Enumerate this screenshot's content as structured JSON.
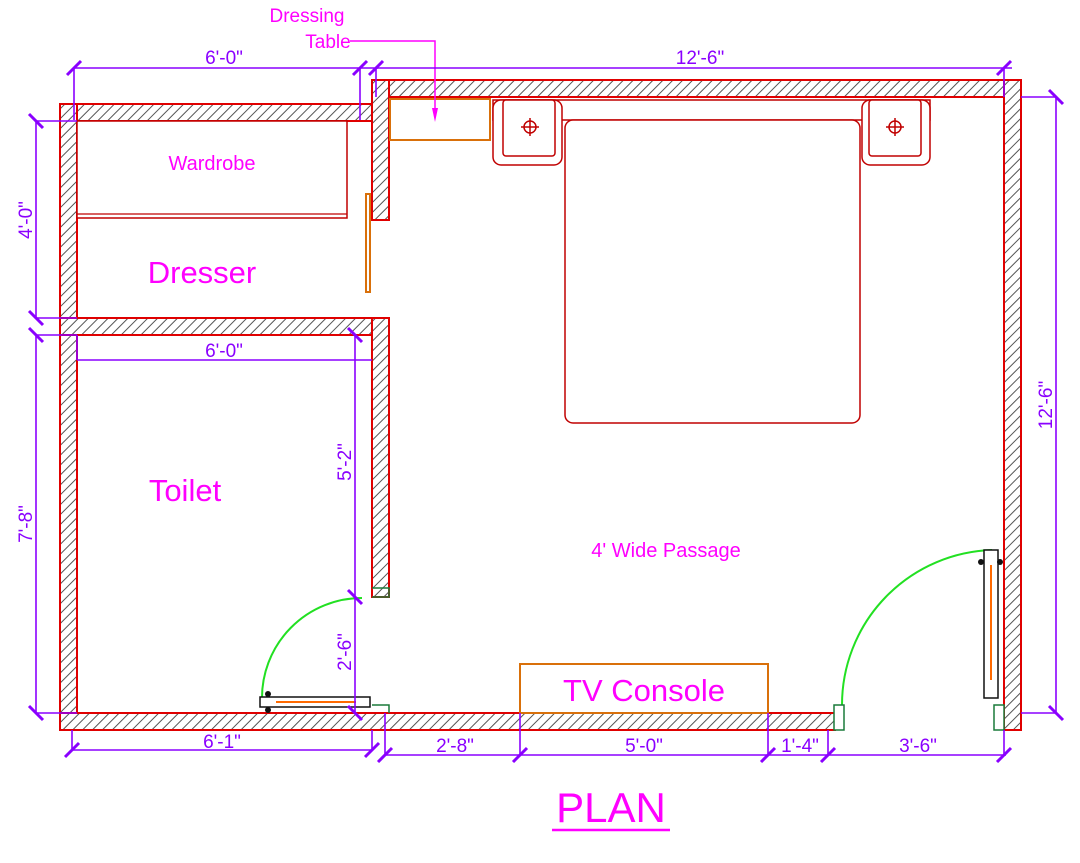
{
  "title": "PLAN",
  "rooms": {
    "dresser": "Dresser",
    "toilet": "Toilet",
    "passage": "4' Wide Passage"
  },
  "furniture": {
    "wardrobe": "Wardrobe",
    "dressing_table_line1": "Dressing",
    "dressing_table_line2": "Table",
    "tv_console": "TV Console"
  },
  "dimensions": {
    "dresser_top_width": "6'-0\"",
    "bedroom_top_width": "12'-6\"",
    "dresser_depth": "4'-0\"",
    "toilet_inner_width": "6'-0\"",
    "toilet_wall_length": "5'-2\"",
    "toilet_door": "2'-6\"",
    "toilet_depth": "7'-8\"",
    "bedroom_depth": "12'-6\"",
    "bottom_toilet": "6'-1\"",
    "bottom_gap": "2'-8\"",
    "bottom_tv": "5'-0\"",
    "bottom_side": "1'-4\"",
    "bottom_door": "3'-6\""
  },
  "colors": {
    "wall": "#e00000",
    "dimension": "#8a00ff",
    "label": "#ff00ff",
    "door_swing": "#22e022"
  }
}
